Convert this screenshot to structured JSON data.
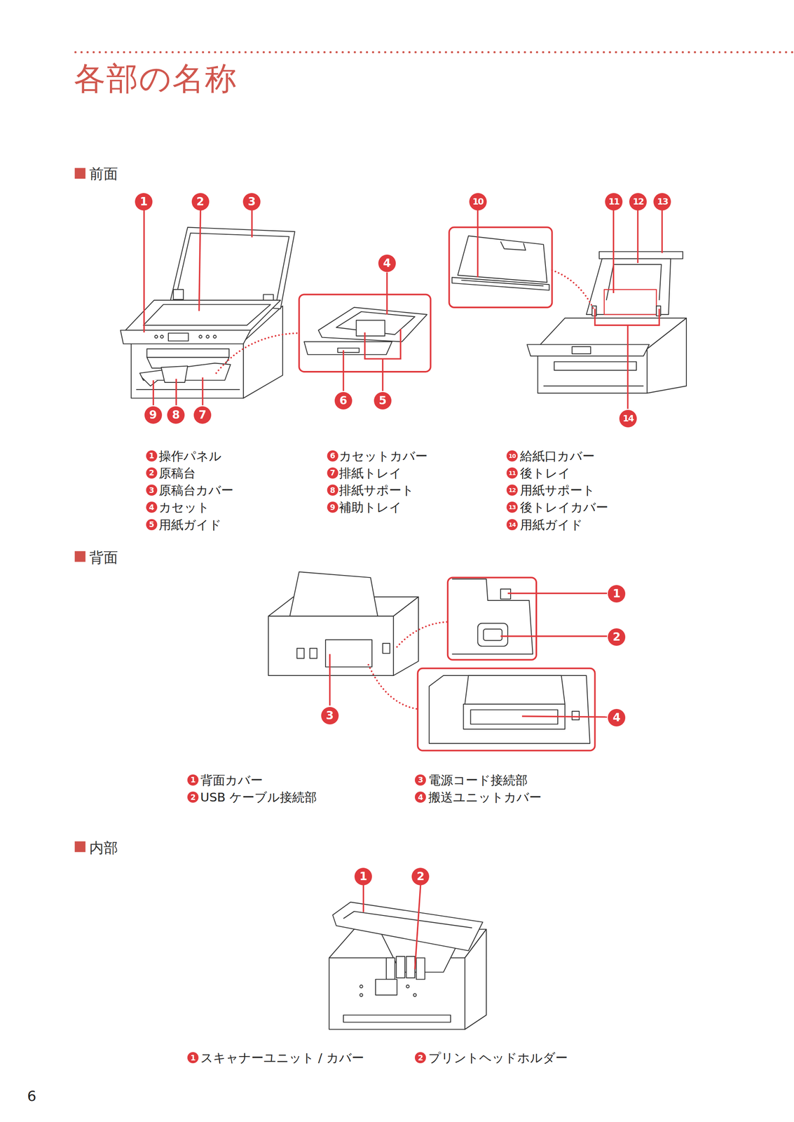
{
  "diagram": {
    "title": "各部の名称",
    "labels": [
      "前面",
      "1",
      "2",
      "3",
      "4",
      "5",
      "6",
      "7",
      "8",
      "9",
      "10",
      "11",
      "12",
      "13",
      "14",
      "1",
      "操作パネル",
      "2",
      "原稿台",
      "3",
      "原稿台カバー",
      "4",
      "カセット",
      "5",
      "用紙ガイド",
      "6",
      "カセットカバー",
      "7",
      "排紙トレイ",
      "8",
      "排紙サポート",
      "9",
      "補助トレイ",
      "10",
      "給紙口カバー",
      "11",
      "後トレイ",
      "12",
      "用紙サポート",
      "13",
      "後トレイカバー",
      "14",
      "用紙ガイド",
      "背面",
      "1",
      "2",
      "3",
      "4",
      "1",
      "背面カバー",
      "2",
      "USB ケーブル接続部",
      "3",
      "電源コード接続部",
      "4",
      "搬送ユニットカバー",
      "内部",
      "1",
      "2",
      "1",
      "スキャナーユニット / カバー",
      "2",
      "プリントヘッドホルダー",
      "6"
    ]
  }
}
